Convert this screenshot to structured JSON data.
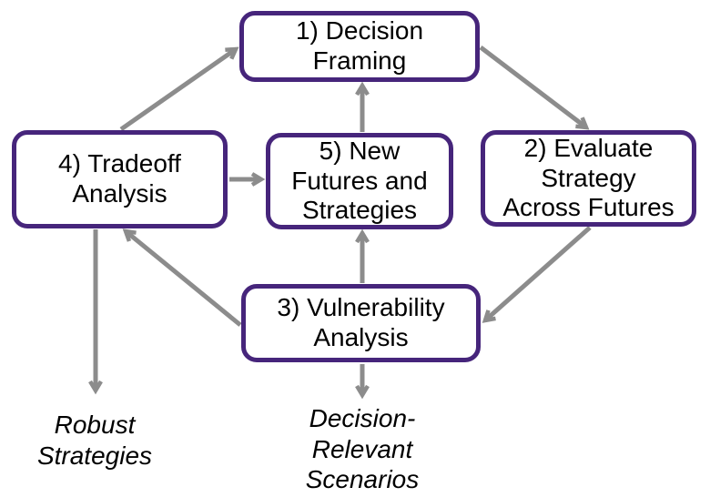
{
  "colors": {
    "box_border": "#46257b",
    "arrow": "#8c8c8c",
    "text": "#000000",
    "background": "#ffffff"
  },
  "boxes": {
    "decision_framing": {
      "label": "1) Decision\nFraming"
    },
    "evaluate_strategy": {
      "label": "2) Evaluate\nStrategy\nAcross Futures"
    },
    "vulnerability_analysis": {
      "label": "3) Vulnerability\nAnalysis"
    },
    "tradeoff_analysis": {
      "label": "4) Tradeoff\nAnalysis"
    },
    "new_futures": {
      "label": "5) New\nFutures and\nStrategies"
    }
  },
  "outputs": {
    "robust_strategies": {
      "label": "Robust\nStrategies"
    },
    "decision_relevant_scenarios": {
      "label": "Decision-\nRelevant\nScenarios"
    }
  },
  "arrows": [
    {
      "from": "tradeoff_analysis",
      "to": "decision_framing"
    },
    {
      "from": "decision_framing",
      "to": "evaluate_strategy"
    },
    {
      "from": "evaluate_strategy",
      "to": "vulnerability_analysis"
    },
    {
      "from": "vulnerability_analysis",
      "to": "tradeoff_analysis"
    },
    {
      "from": "tradeoff_analysis",
      "to": "new_futures"
    },
    {
      "from": "new_futures",
      "to": "decision_framing"
    },
    {
      "from": "vulnerability_analysis",
      "to": "new_futures"
    },
    {
      "from": "tradeoff_analysis",
      "to": "robust_strategies"
    },
    {
      "from": "vulnerability_analysis",
      "to": "decision_relevant_scenarios"
    }
  ]
}
